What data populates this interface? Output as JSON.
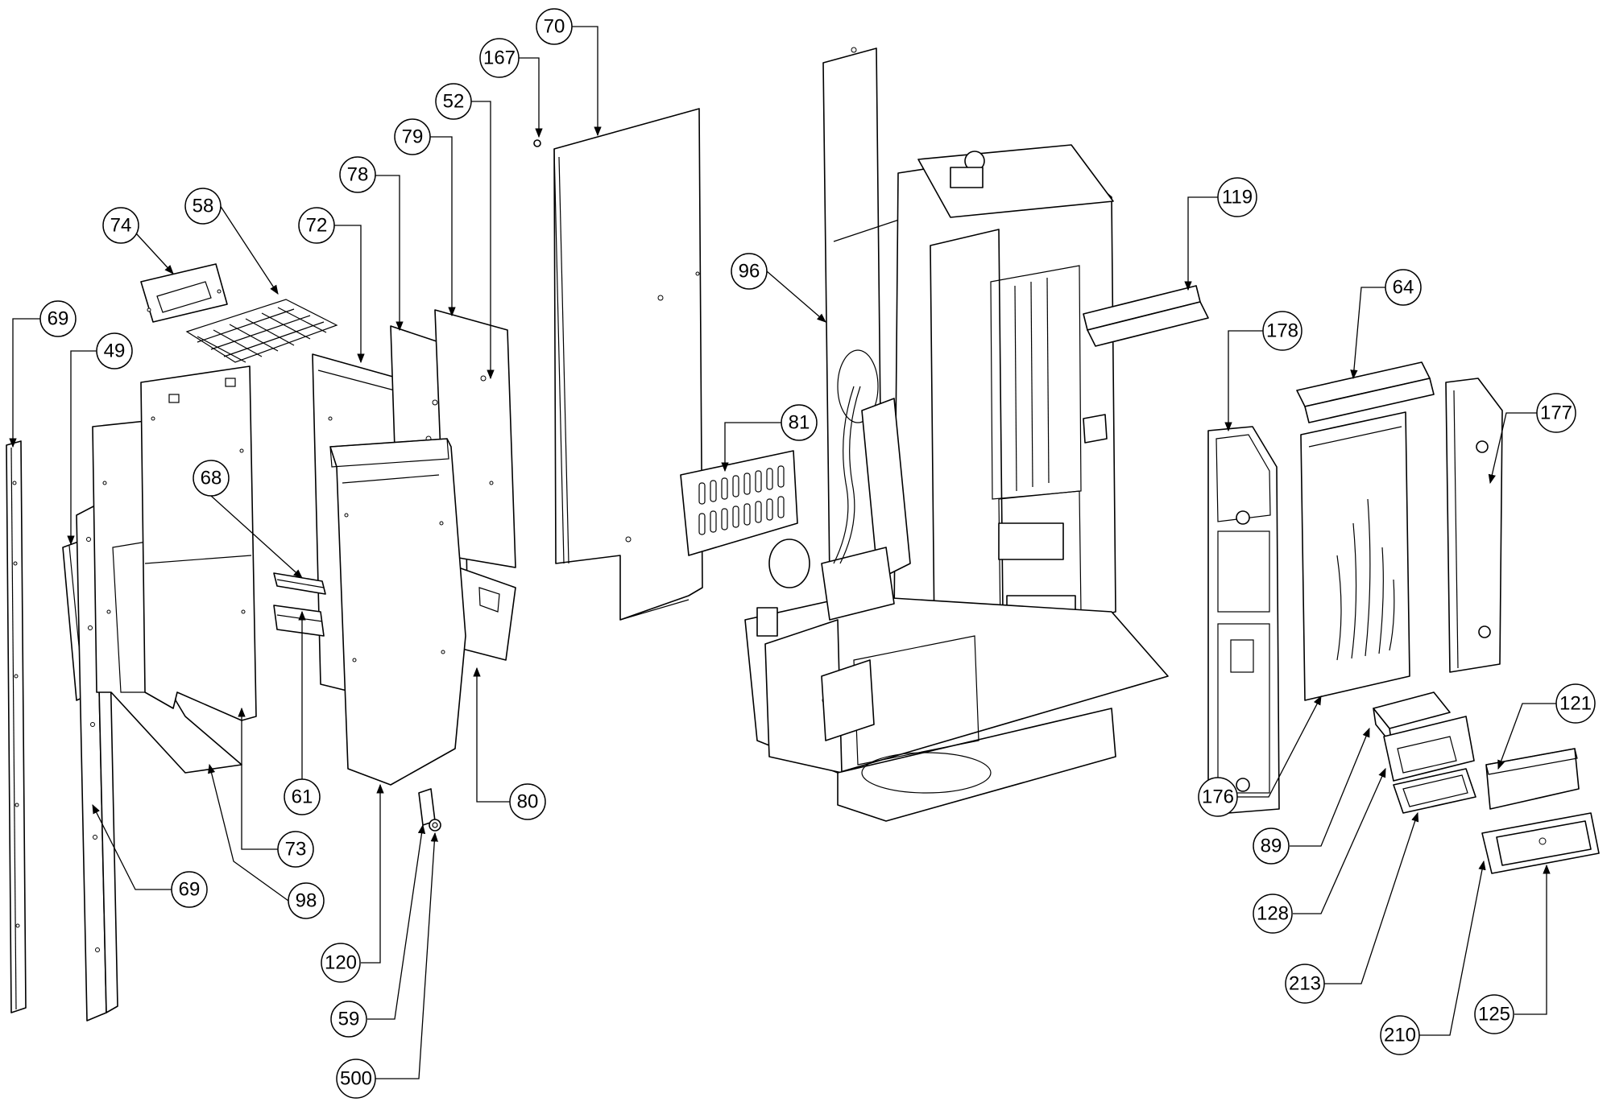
{
  "diagram": {
    "type": "exploded-parts-view",
    "line_color": "#000000",
    "background": "#ffffff",
    "callouts": [
      {
        "id": "c69a",
        "label": "69"
      },
      {
        "id": "c49",
        "label": "49"
      },
      {
        "id": "c74",
        "label": "74"
      },
      {
        "id": "c58",
        "label": "58"
      },
      {
        "id": "c72",
        "label": "72"
      },
      {
        "id": "c78",
        "label": "78"
      },
      {
        "id": "c79",
        "label": "79"
      },
      {
        "id": "c52",
        "label": "52"
      },
      {
        "id": "c167",
        "label": "167"
      },
      {
        "id": "c70",
        "label": "70"
      },
      {
        "id": "c68",
        "label": "68"
      },
      {
        "id": "c61",
        "label": "61"
      },
      {
        "id": "c73",
        "label": "73"
      },
      {
        "id": "c69b",
        "label": "69"
      },
      {
        "id": "c98",
        "label": "98"
      },
      {
        "id": "c80",
        "label": "80"
      },
      {
        "id": "c120",
        "label": "120"
      },
      {
        "id": "c59",
        "label": "59"
      },
      {
        "id": "c500",
        "label": "500"
      },
      {
        "id": "c81",
        "label": "81"
      },
      {
        "id": "c96",
        "label": "96"
      },
      {
        "id": "c119",
        "label": "119"
      },
      {
        "id": "c178",
        "label": "178"
      },
      {
        "id": "c64",
        "label": "64"
      },
      {
        "id": "c177",
        "label": "177"
      },
      {
        "id": "c121",
        "label": "121"
      },
      {
        "id": "c176",
        "label": "176"
      },
      {
        "id": "c89",
        "label": "89"
      },
      {
        "id": "c128",
        "label": "128"
      },
      {
        "id": "c213",
        "label": "213"
      },
      {
        "id": "c210",
        "label": "210"
      },
      {
        "id": "c125",
        "label": "125"
      }
    ]
  }
}
